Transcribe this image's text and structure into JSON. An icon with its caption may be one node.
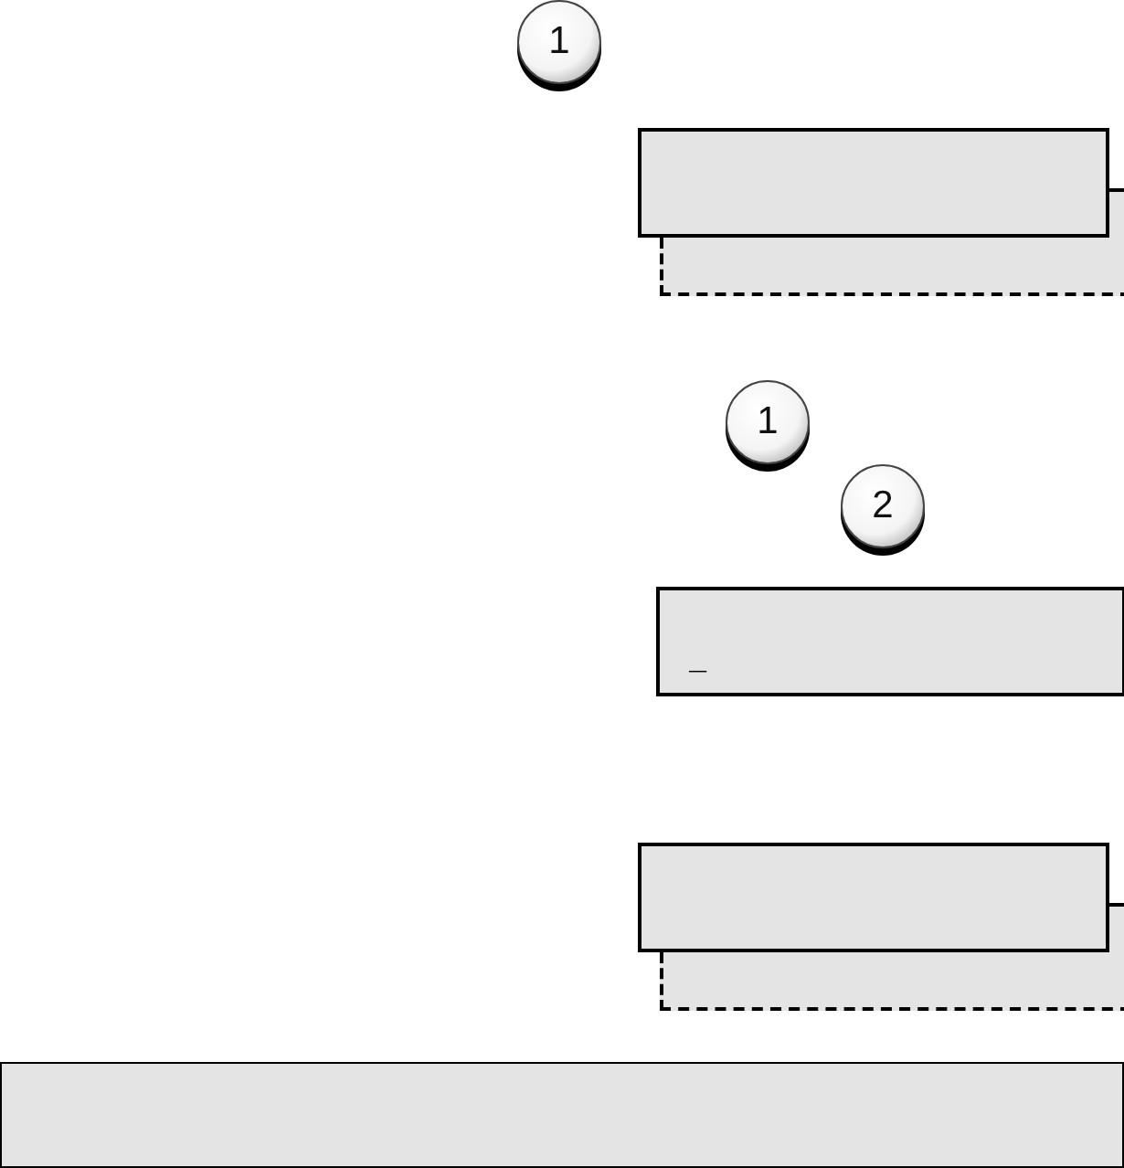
{
  "diagram": {
    "nodes": [
      {
        "text": [
          "1"
        ]
      },
      {
        "text": [],
        "shape": "box"
      },
      {
        "text": [],
        "shape": "box"
      },
      {
        "text": [
          "1"
        ]
      },
      {
        "text": [
          "2"
        ]
      },
      {
        "text": [
          "_"
        ]
      },
      {
        "text": [],
        "shape": "box"
      },
      {
        "text": [],
        "shape": "box"
      },
      {
        "text": [],
        "shape": "box"
      }
    ]
  }
}
